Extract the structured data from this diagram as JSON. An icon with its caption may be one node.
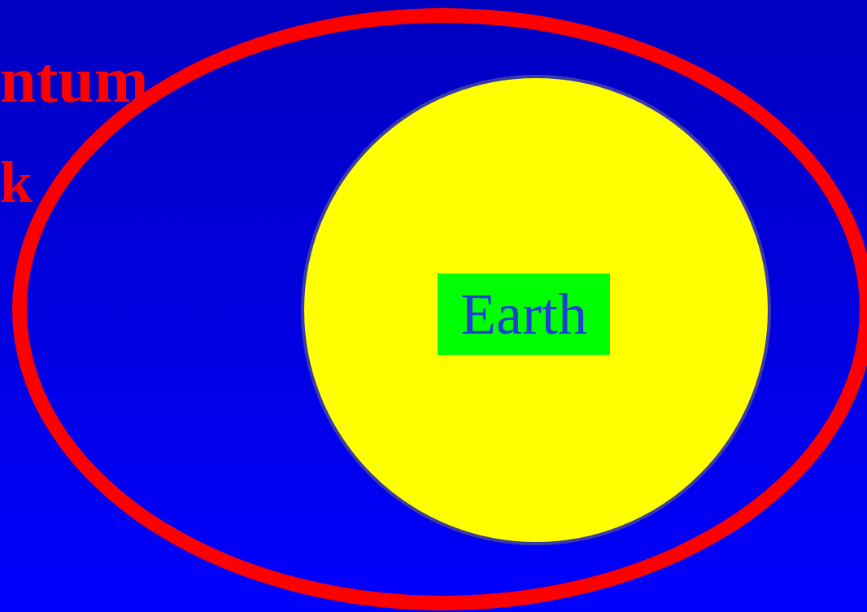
{
  "diagram": {
    "nodes": [
      {
        "text": [],
        "shape": "ellipse"
      },
      {
        "text": [],
        "shape": "circle",
        "in": 0
      },
      {
        "text": [
          "Earth"
        ],
        "in": 1
      }
    ],
    "labels": [
      "ntum",
      "k"
    ]
  }
}
